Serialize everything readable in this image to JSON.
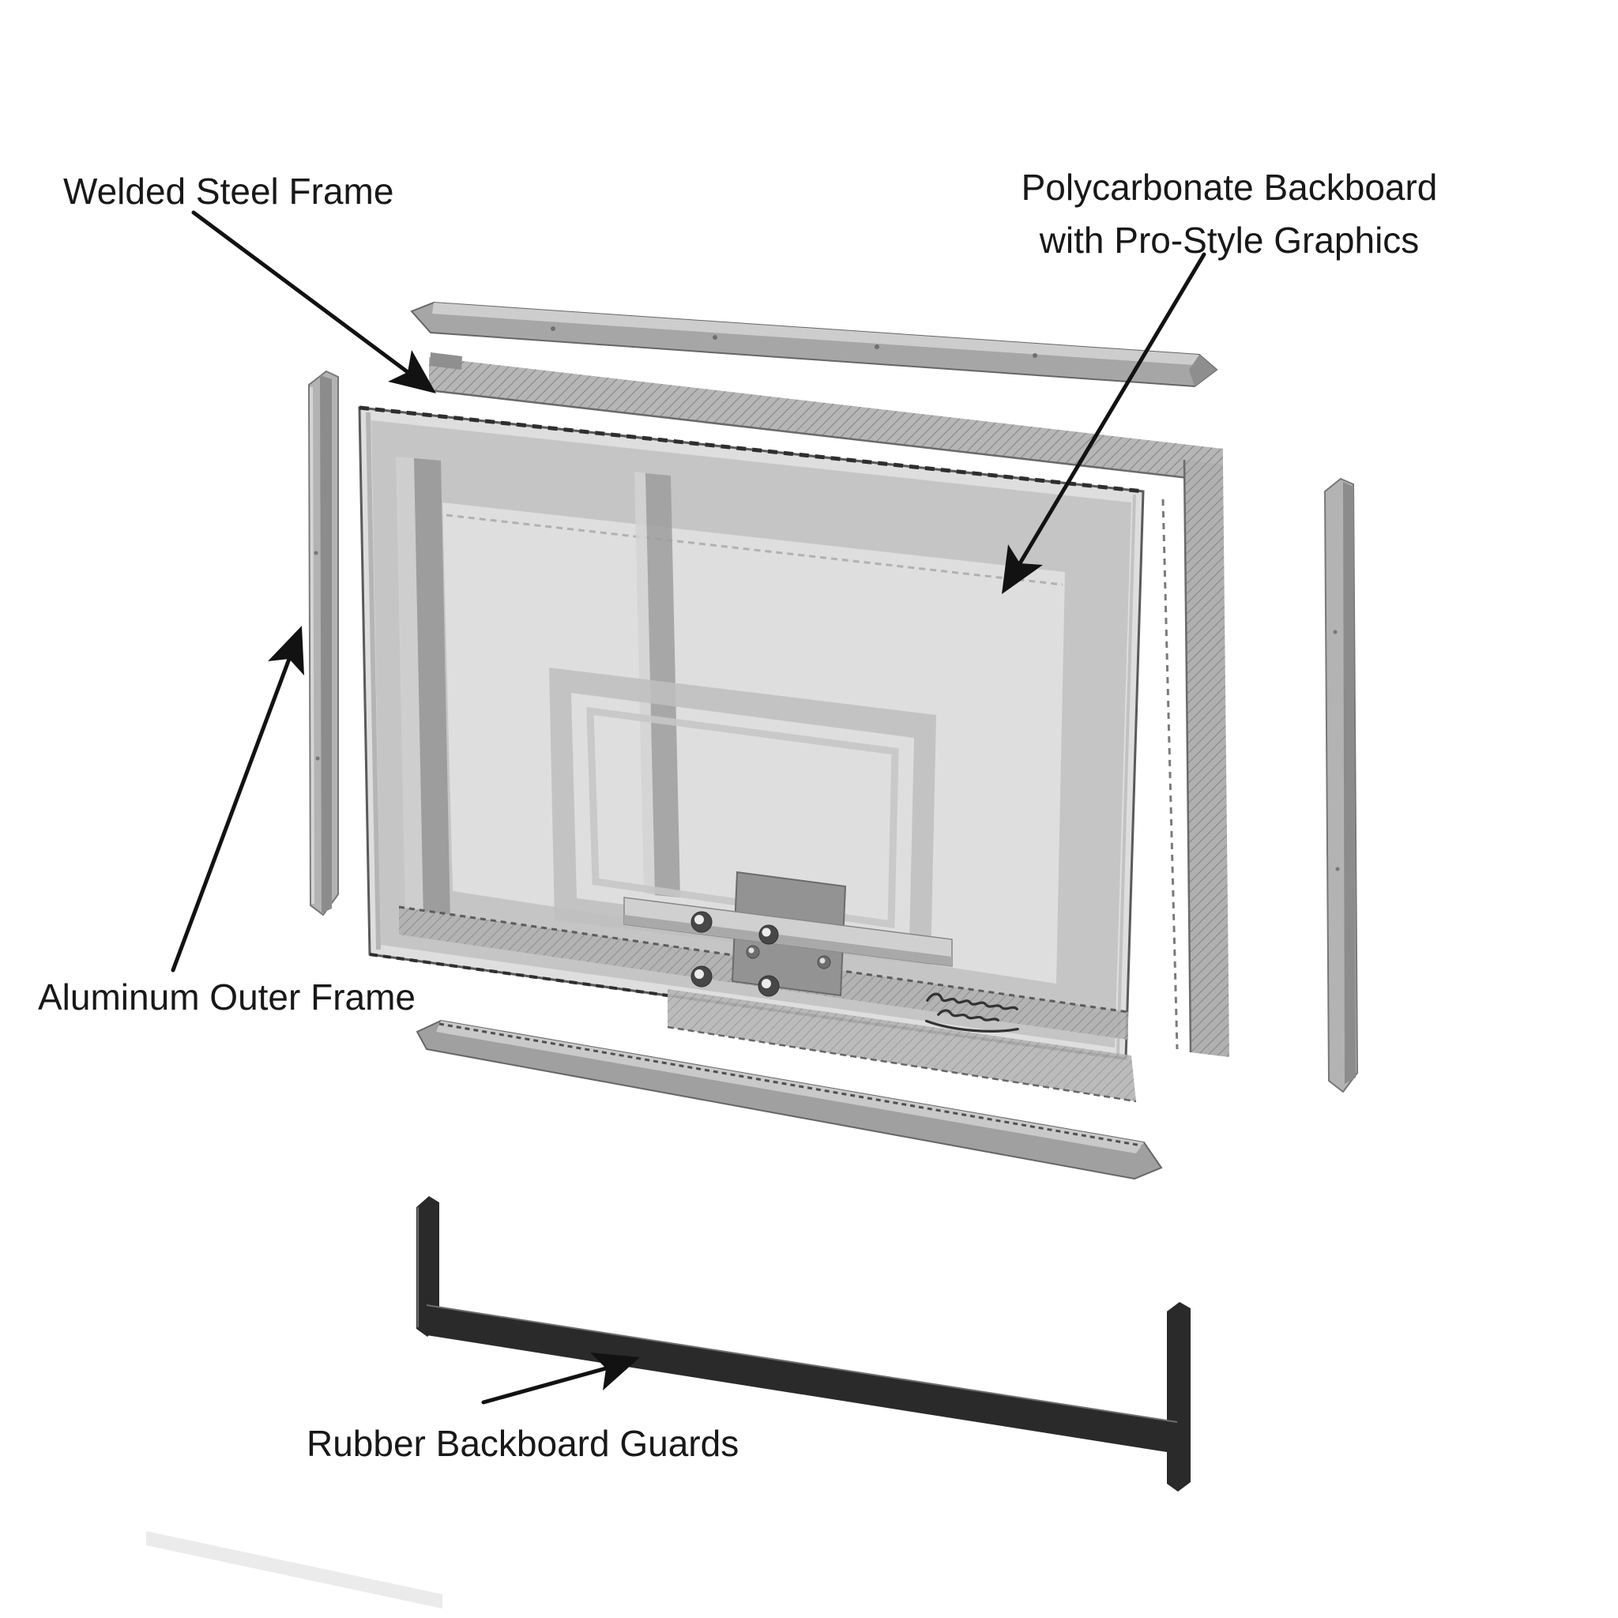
{
  "diagram": {
    "type": "exploded-parts-diagram",
    "subject": "Basketball backboard assembly",
    "background": "#ffffff",
    "labels": {
      "welded_steel_frame": {
        "text": "Welded Steel Frame"
      },
      "polycarbonate_backboard": {
        "line1": "Polycarbonate Backboard",
        "line2": "with Pro-Style Graphics"
      },
      "aluminum_outer_frame": {
        "text": "Aluminum Outer Frame"
      },
      "rubber_backboard_guards": {
        "text": "Rubber Backboard Guards"
      }
    },
    "annotations": [
      {
        "label": "Welded Steel Frame",
        "points_to": "steel-frame-top-rail",
        "direction": "down-right"
      },
      {
        "label": "Polycarbonate Backboard with Pro-Style Graphics",
        "points_to": "backboard-face",
        "direction": "down-left"
      },
      {
        "label": "Aluminum Outer Frame",
        "points_to": "left-aluminum-bar",
        "direction": "up-right"
      },
      {
        "label": "Rubber Backboard Guards",
        "points_to": "rubber-guard-beam",
        "direction": "up-right"
      }
    ],
    "parts": [
      "top-aluminum-frame-bar",
      "left-aluminum-frame-bar",
      "right-aluminum-frame-bar",
      "bottom-aluminum-frame-bar",
      "welded-steel-frame",
      "polycarbonate-backboard",
      "target-square-graphics",
      "rim-mount-plate",
      "mounting-bolts",
      "rubber-backboard-guard"
    ],
    "colors": {
      "label_text": "#181818",
      "arrow": "#121212",
      "metal_light": "#cdcdcd",
      "metal_mid": "#a8a8a8",
      "metal_dark": "#8c8c8c",
      "board_sheet": "#dedede",
      "board_border_band": "#c3c3c3",
      "target_square": "#bfbfbf",
      "mount_plate": "#939393",
      "rubber_guard": "#2a2a2a"
    }
  }
}
